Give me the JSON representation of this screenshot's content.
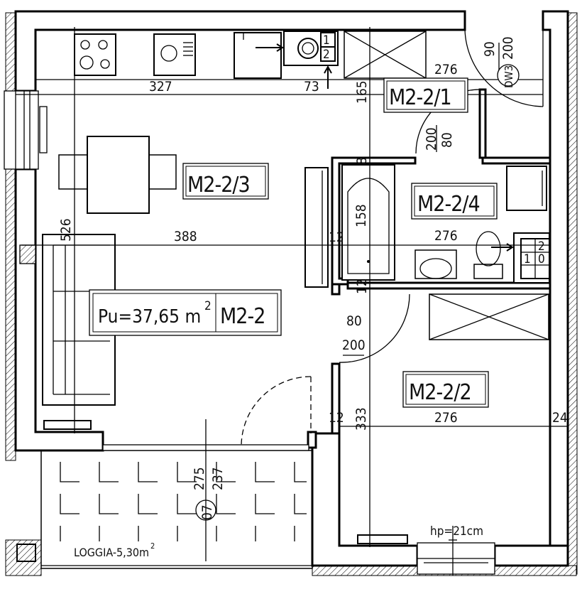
{
  "rooms": {
    "kitchen_living": "M2-2/3",
    "hall": "M2-2/1",
    "bathroom": "M2-2/4",
    "bedroom": "M2-2/2"
  },
  "summary": {
    "area": "Pu=37,65 m",
    "area_sup": "2",
    "unit": "M2-2"
  },
  "dimensions": {
    "d327": "327",
    "d73": "73",
    "d165": "165",
    "d276_top": "276",
    "d526": "526",
    "d388": "388",
    "d12_bath": "12",
    "d158": "158",
    "d276_mid": "276",
    "d8": "8",
    "d12_low": "12",
    "d12_bed": "12",
    "d333": "333",
    "d276_bed": "276",
    "d24": "24",
    "d275": "275",
    "d237": "237"
  },
  "doors": {
    "entry_w": "90",
    "entry_h": "200",
    "entry_tag": "DW3",
    "bath_w": "80",
    "bath_h": "200",
    "bed_w": "80",
    "bed_h": "200",
    "window_tag": "07"
  },
  "labels": {
    "loggia": "LOGGIA-5,30m",
    "loggia_sup": "2",
    "sill": "hp=21cm"
  },
  "meter_top": [
    "1",
    "2"
  ],
  "meter_right": [
    "2",
    "1",
    "0"
  ]
}
